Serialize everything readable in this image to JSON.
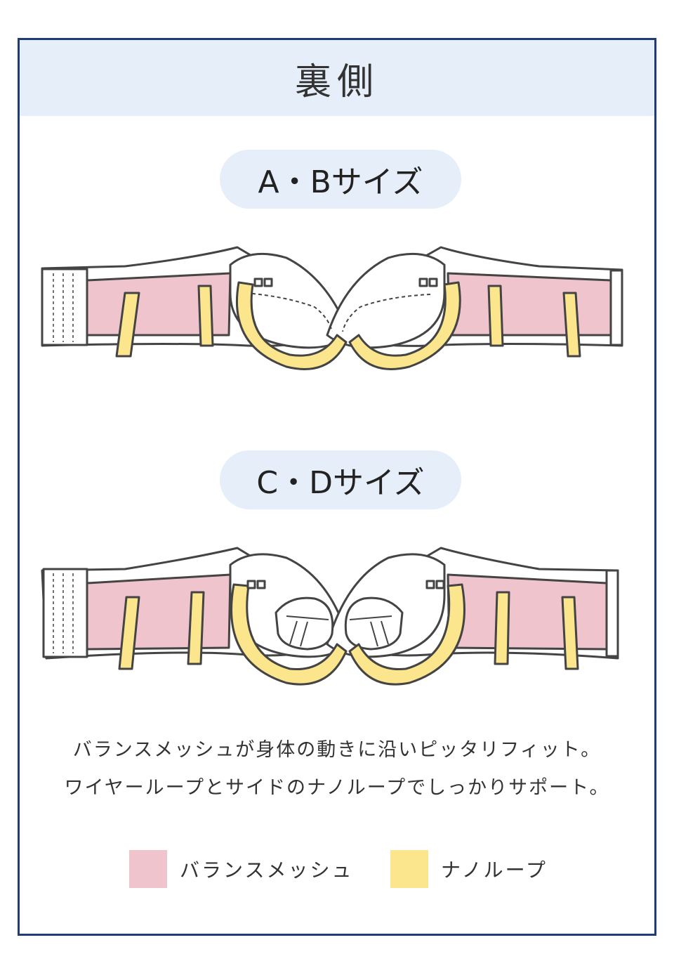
{
  "header": {
    "title": "裏側"
  },
  "sections": [
    {
      "label": "A・Bサイズ"
    },
    {
      "label": "C・Dサイズ"
    }
  ],
  "description": {
    "line1": "バランスメッシュが身体の動きに沿いピッタリフィット。",
    "line2": "ワイヤーループとサイドのナノループでしっかりサポート。"
  },
  "legend": [
    {
      "label": "バランスメッシュ",
      "color": "#f0c4cc"
    },
    {
      "label": "ナノループ",
      "color": "#fbe68e"
    }
  ],
  "colors": {
    "border": "#1d3c78",
    "header_bg": "#e6eef9",
    "outline": "#444444"
  }
}
